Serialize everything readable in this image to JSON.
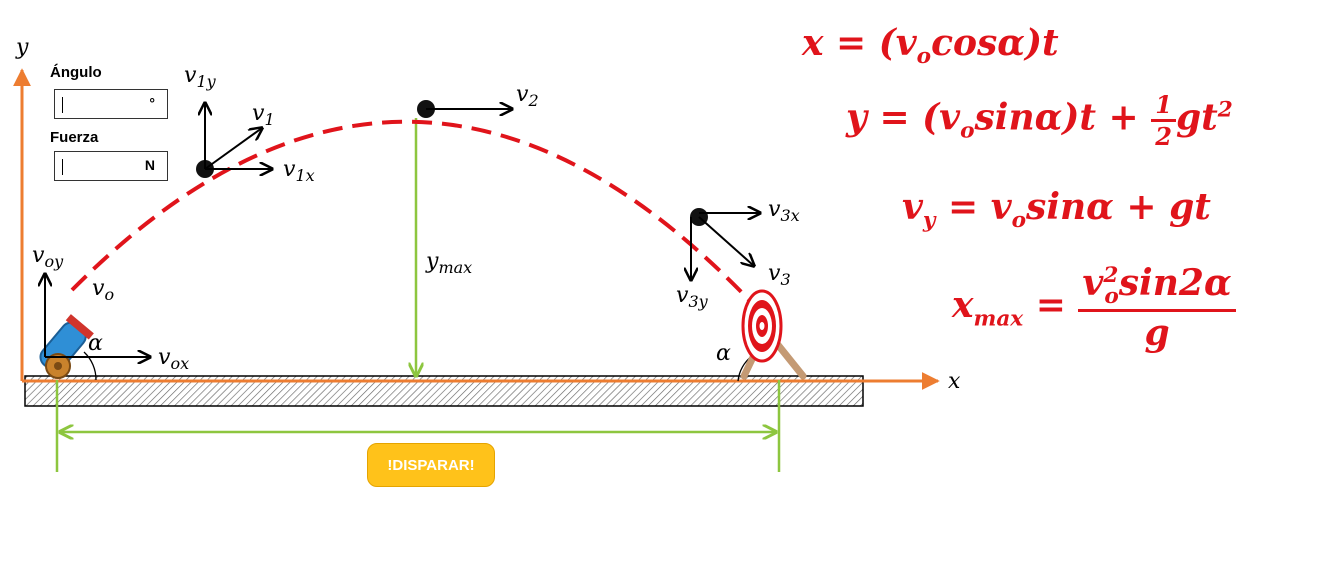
{
  "controls": {
    "angle_label": "Ángulo",
    "angle_unit": "°",
    "angle_value": "",
    "force_label": "Fuerza",
    "force_unit": "N",
    "force_value": "",
    "fire_label": "!DISPARAR!"
  },
  "axes": {
    "x_label": "x",
    "y_label": "y"
  },
  "vectors": {
    "v": "v",
    "sub_o": "o",
    "sub_oy": "oy",
    "sub_ox": "ox",
    "sub_1": "1",
    "sub_1y": "1y",
    "sub_1x": "1x",
    "sub_2": "2",
    "sub_3": "3",
    "sub_3x": "3x",
    "sub_3y": "3y",
    "alpha": "α",
    "ymax_base": "y",
    "ymax_sub": "max"
  },
  "equations": {
    "eq1": {
      "lhs": "x",
      "rhs_a": " = (v",
      "sub": "o",
      "rhs_b": "cosα)t"
    },
    "eq2": {
      "lhs": "y",
      "rhs_a": " = (v",
      "sub": "o",
      "rhs_b": "sinα)t + ",
      "frac_num": "1",
      "frac_den": "2",
      "rhs_c": "gt",
      "sup": "2"
    },
    "eq3": {
      "lhs": "v",
      "lhs_sub": "y",
      "rhs_a": " = v",
      "sub": "o",
      "rhs_b": "sinα + gt"
    },
    "eq4": {
      "lhs": "x",
      "lhs_sub": "max",
      "eqsign": " = ",
      "num_a": "v",
      "num_sup": "2",
      "num_sub": "o",
      "num_b": "sin2α",
      "den": "g"
    }
  },
  "colors": {
    "axis": "#ed7d31",
    "trajectory": "#e0141b",
    "guide": "#8dc63f",
    "equation": "#e0141b",
    "button": "#ffc21a"
  }
}
